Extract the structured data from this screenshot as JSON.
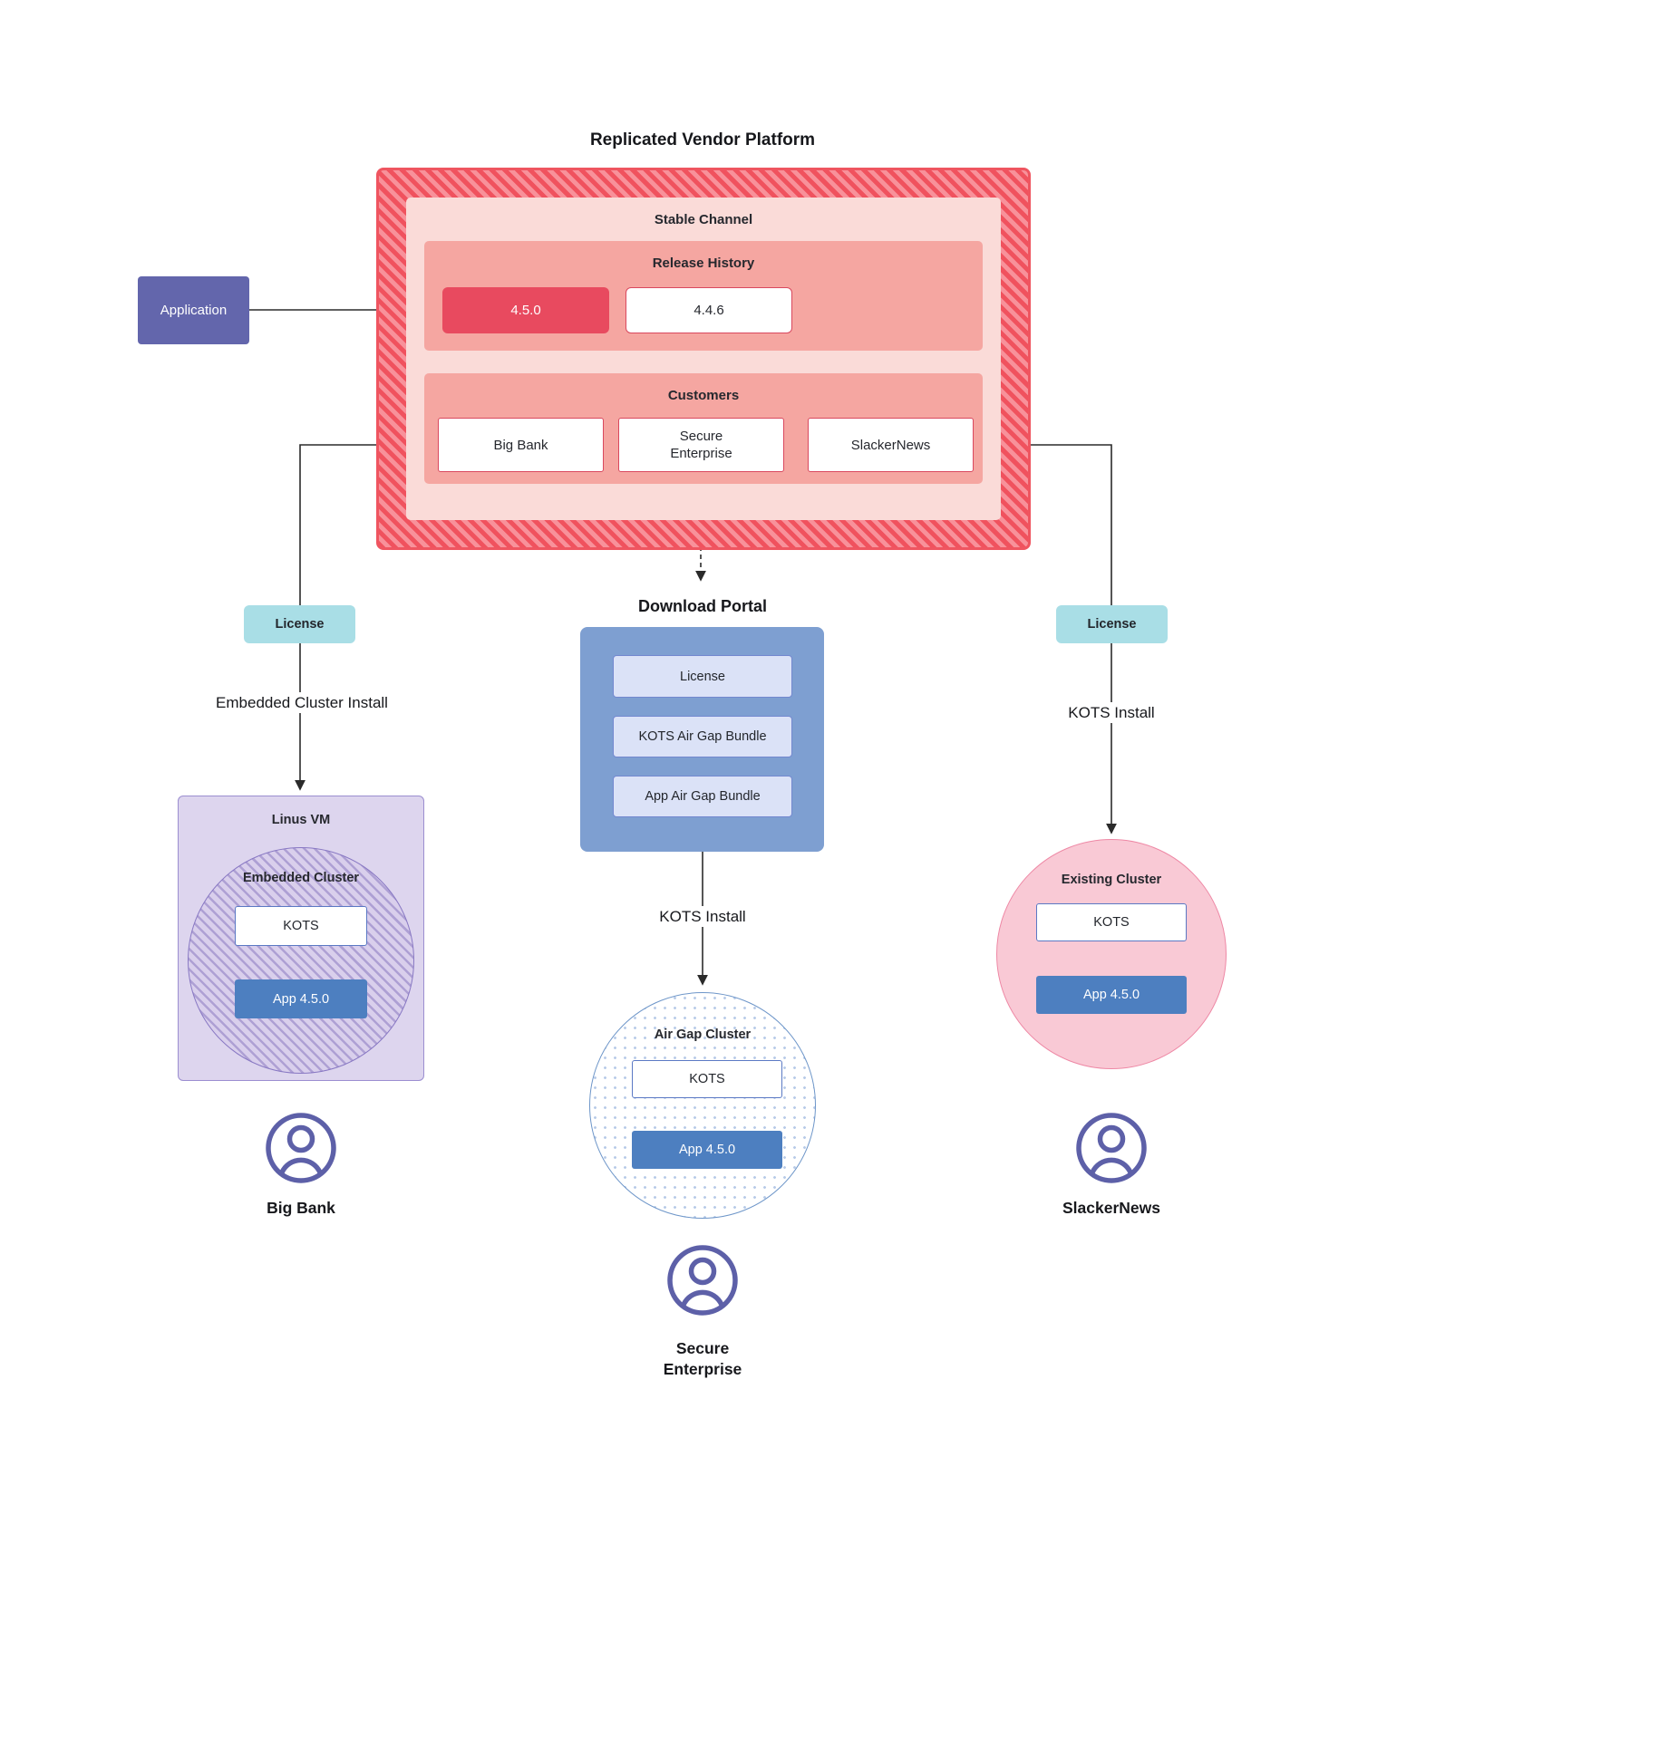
{
  "title": "Replicated Vendor Platform",
  "icons": {
    "customer": "person-icon"
  },
  "colors": {
    "accent_red": "#e84a5f",
    "salmon": "#f5a6a1",
    "light_pink": "#fadbd8",
    "application_purple": "#6366ac",
    "license_teal": "#a9dee6",
    "portal_blue": "#7e9fd1",
    "app_blue": "#4d7fc0",
    "person_purple": "#5d60a8"
  },
  "platform": {
    "stable_channel_label": "Stable Channel",
    "release_history": {
      "label": "Release History",
      "current_version": "4.5.0",
      "previous_version": "4.4.6"
    },
    "customers": {
      "label": "Customers",
      "big_bank": "Big Bank",
      "secure_enterprise": "Secure Enterprise",
      "slackernews": "SlackerNews"
    }
  },
  "application_label": "Application",
  "download_portal": {
    "title": "Download Portal",
    "items": [
      "License",
      "KOTS Air Gap Bundle",
      "App Air Gap Bundle"
    ]
  },
  "big_bank_branch": {
    "license": "License",
    "install": "Embedded Cluster Install",
    "vm": "Linus VM",
    "cluster": "Embedded Cluster",
    "kots": "KOTS",
    "app": "App 4.5.0",
    "customer": "Big Bank"
  },
  "secure_branch": {
    "install": "KOTS Install",
    "cluster": "Air Gap Cluster",
    "kots": "KOTS",
    "app": "App 4.5.0",
    "customer": "Secure Enterprise"
  },
  "slackernews_branch": {
    "license": "License",
    "install": "KOTS Install",
    "cluster": "Existing Cluster",
    "kots": "KOTS",
    "app": "App 4.5.0",
    "customer": "SlackerNews"
  }
}
